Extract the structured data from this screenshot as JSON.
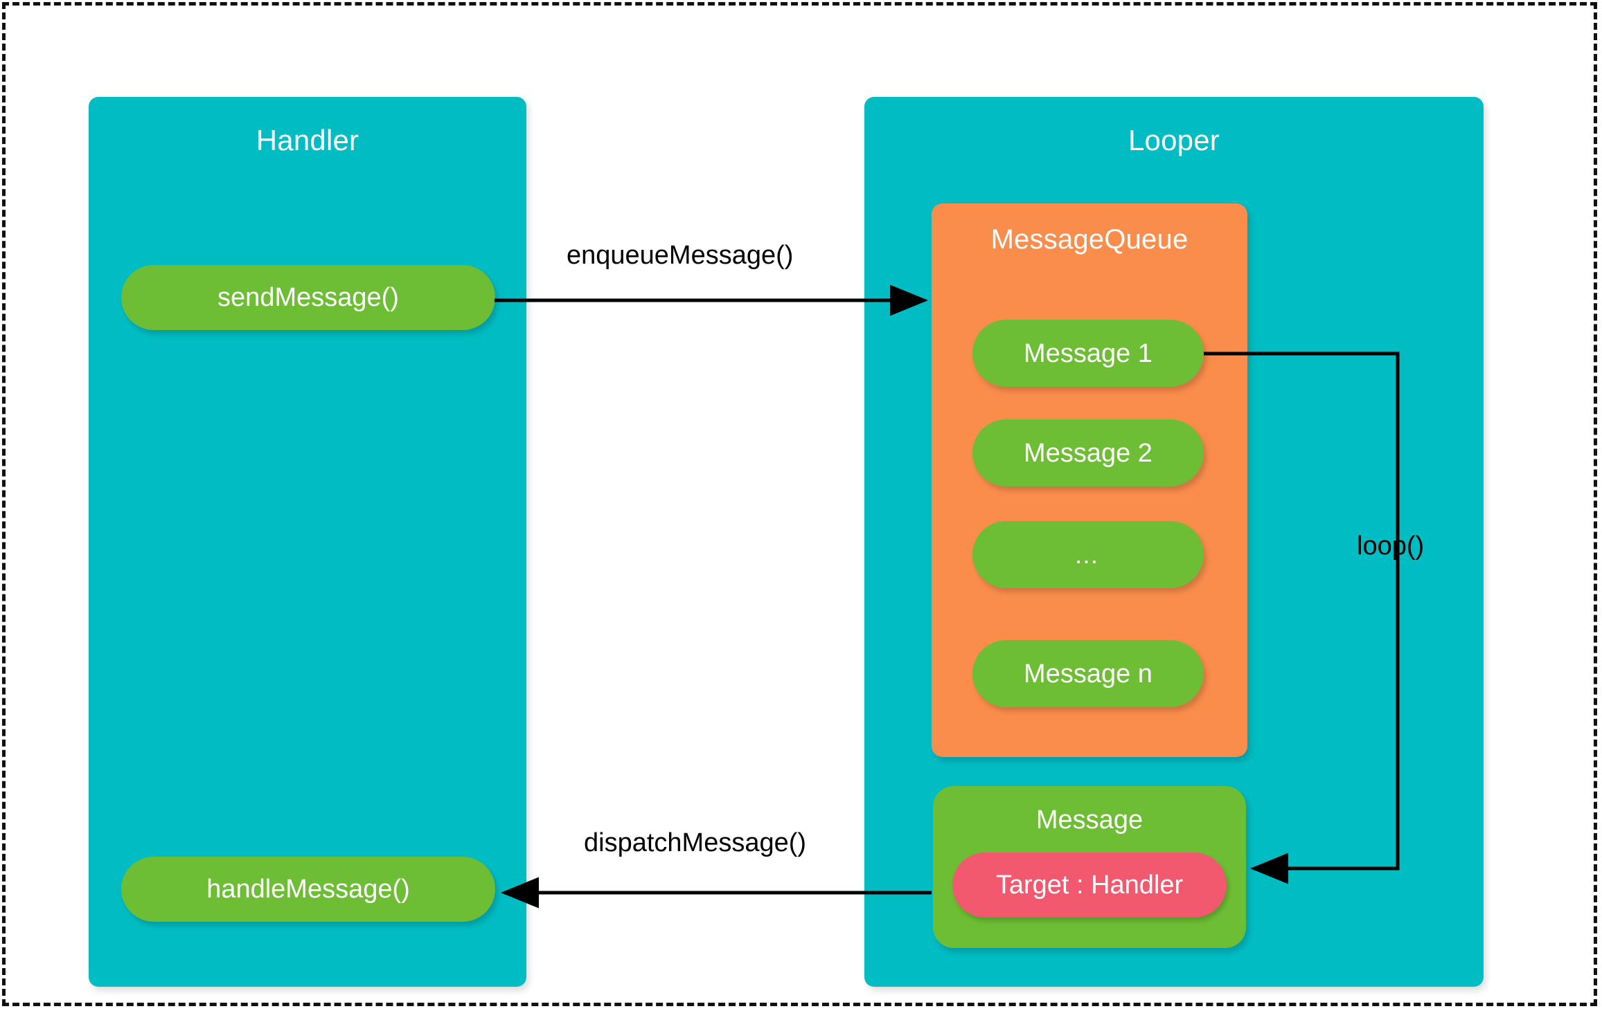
{
  "diagram": {
    "title": "Android Handler / Looper / MessageQueue message passing",
    "colors": {
      "panel_teal": "#00bdc4",
      "queue_orange": "#fb8d4c",
      "pill_green": "#6dbe34",
      "target_pink": "#f2596f",
      "text_white": "#ffffff",
      "arrow_black": "#000000",
      "page_background": "#ffffff",
      "border_dashed": "#111111"
    },
    "handler": {
      "title": "Handler",
      "send_message_label": "sendMessage()",
      "handle_message_label": "handleMessage()"
    },
    "looper": {
      "title": "Looper",
      "message_queue": {
        "title": "MessageQueue",
        "items": [
          {
            "label": "Message 1"
          },
          {
            "label": "Message 2"
          },
          {
            "label": "…"
          },
          {
            "label": "Message n"
          }
        ]
      },
      "message_object": {
        "title": "Message",
        "target_label": "Target : Handler"
      }
    },
    "edges": [
      {
        "id": "enqueue",
        "label": "enqueueMessage()",
        "from": "sendMessage()",
        "to": "MessageQueue",
        "direction": "right"
      },
      {
        "id": "loop",
        "label": "loop()",
        "from": "Message 1",
        "to": "Message",
        "direction": "left"
      },
      {
        "id": "dispatch",
        "label": "dispatchMessage()",
        "from": "Message",
        "to": "handleMessage()",
        "direction": "left"
      }
    ]
  }
}
